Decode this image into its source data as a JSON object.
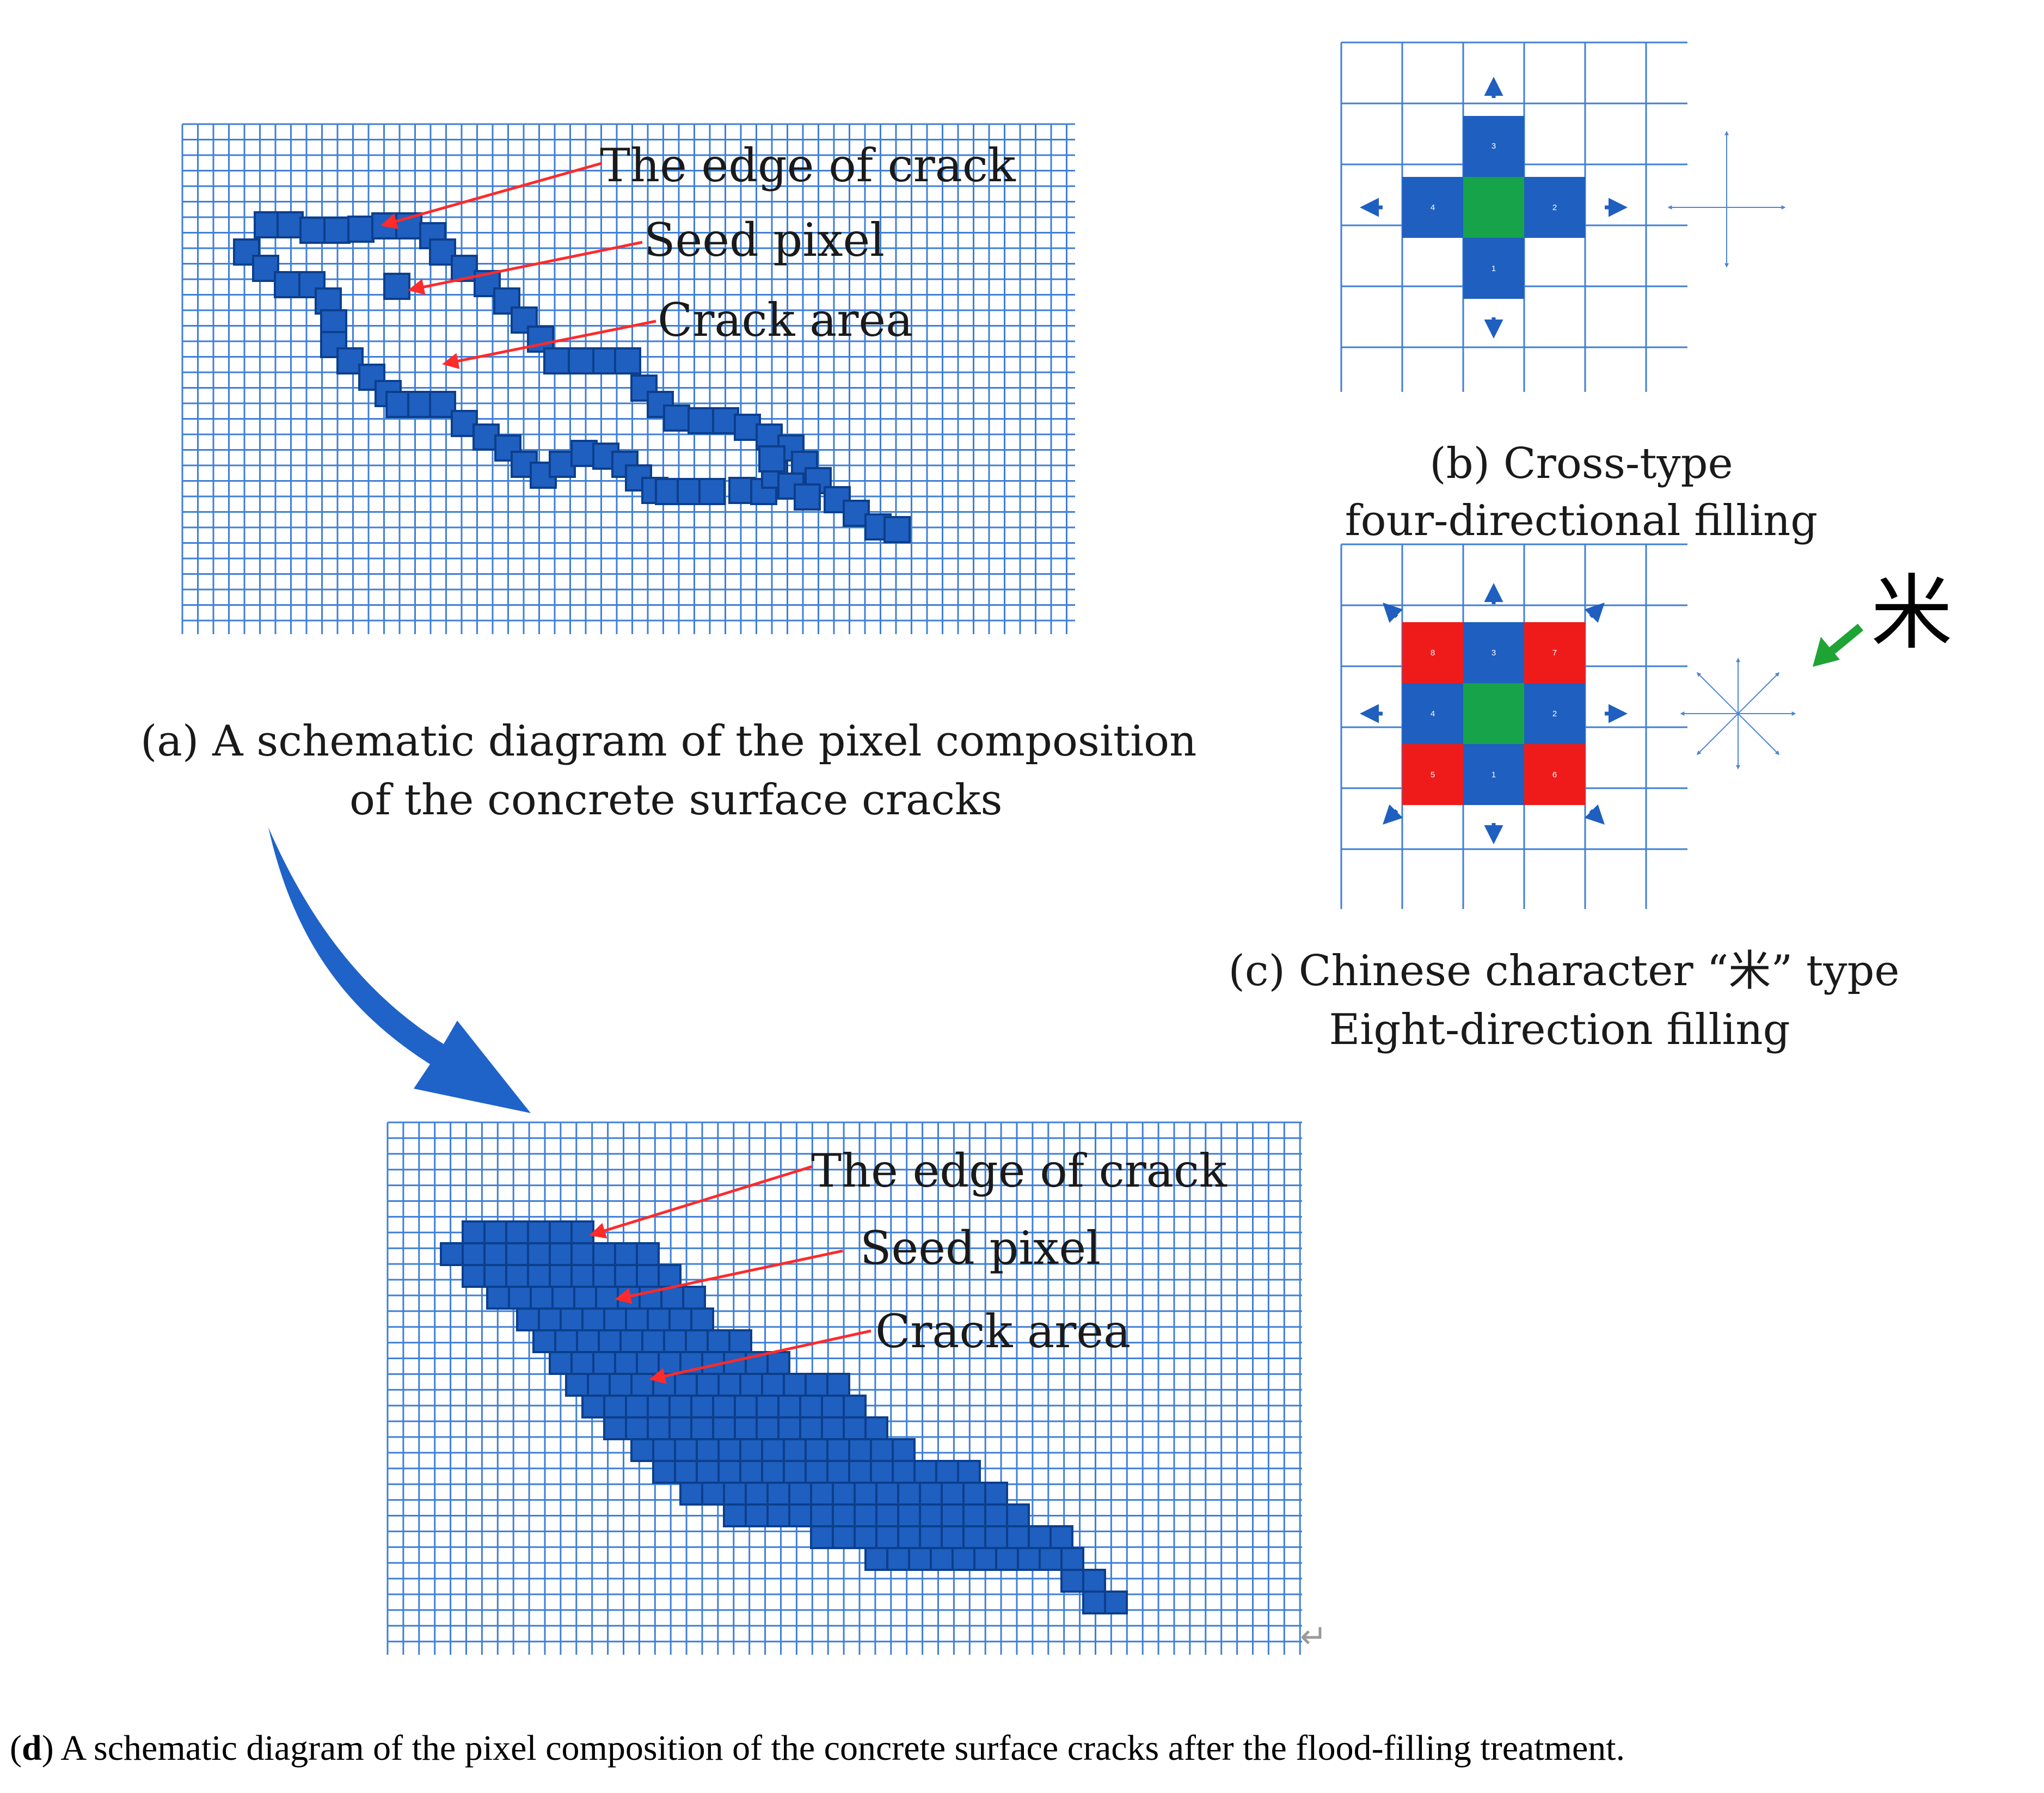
{
  "colors": {
    "grid": "#3f7fd6",
    "cell": "#1e5fc0",
    "cell_edge": "#0c3f8c",
    "seed": "#16a34a",
    "corner": "#ef1b1b",
    "pointer": "#ff2a2a",
    "green_arrow": "#20a335",
    "big_arrow": "#1f63c9"
  },
  "panel_a": {
    "label_edge": "The edge of crack",
    "label_seed": "Seed pixel",
    "label_area": "Crack area",
    "caption_line1": "(a)  A schematic diagram of the pixel composition",
    "caption_line2": "of the concrete surface cracks"
  },
  "panel_b": {
    "numbers": [
      "1",
      "2",
      "3",
      "4"
    ],
    "caption_line1": "(b) Cross-type",
    "caption_line2": "four-directional filling"
  },
  "panel_c": {
    "numbers": [
      "1",
      "2",
      "3",
      "4",
      "5",
      "6",
      "7",
      "8"
    ],
    "big_glyph": "米",
    "caption_line1": "(c) Chinese character “米” type",
    "caption_line2": "Eight-direction filling"
  },
  "panel_d": {
    "label_edge": "The edge of crack",
    "label_seed": "Seed pixel",
    "label_area": "Crack area",
    "caption_prefix": "(",
    "caption_bold": "d",
    "caption_rest": ") A schematic diagram of the pixel composition of the concrete surface cracks after the flood-filling treatment."
  }
}
